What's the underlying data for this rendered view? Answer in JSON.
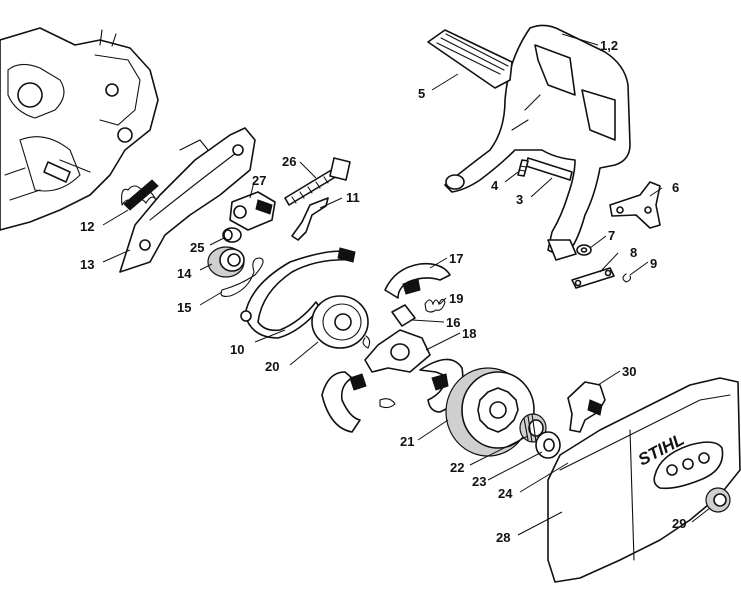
{
  "brand": "STIHL",
  "callouts": [
    {
      "id": "p1-2",
      "label": "1,2"
    },
    {
      "id": "p3",
      "label": "3"
    },
    {
      "id": "p4",
      "label": "4"
    },
    {
      "id": "p5",
      "label": "5"
    },
    {
      "id": "p6",
      "label": "6"
    },
    {
      "id": "p7",
      "label": "7"
    },
    {
      "id": "p8",
      "label": "8"
    },
    {
      "id": "p9",
      "label": "9"
    },
    {
      "id": "p10",
      "label": "10"
    },
    {
      "id": "p11",
      "label": "11"
    },
    {
      "id": "p12",
      "label": "12"
    },
    {
      "id": "p13",
      "label": "13"
    },
    {
      "id": "p14",
      "label": "14"
    },
    {
      "id": "p15",
      "label": "15"
    },
    {
      "id": "p16",
      "label": "16"
    },
    {
      "id": "p17",
      "label": "17"
    },
    {
      "id": "p18",
      "label": "18"
    },
    {
      "id": "p19",
      "label": "19"
    },
    {
      "id": "p20",
      "label": "20"
    },
    {
      "id": "p21",
      "label": "21"
    },
    {
      "id": "p22",
      "label": "22"
    },
    {
      "id": "p23",
      "label": "23"
    },
    {
      "id": "p24",
      "label": "24"
    },
    {
      "id": "p25",
      "label": "25"
    },
    {
      "id": "p26",
      "label": "26"
    },
    {
      "id": "p27",
      "label": "27"
    },
    {
      "id": "p28",
      "label": "28"
    },
    {
      "id": "p29",
      "label": "29"
    },
    {
      "id": "p30",
      "label": "30"
    }
  ]
}
